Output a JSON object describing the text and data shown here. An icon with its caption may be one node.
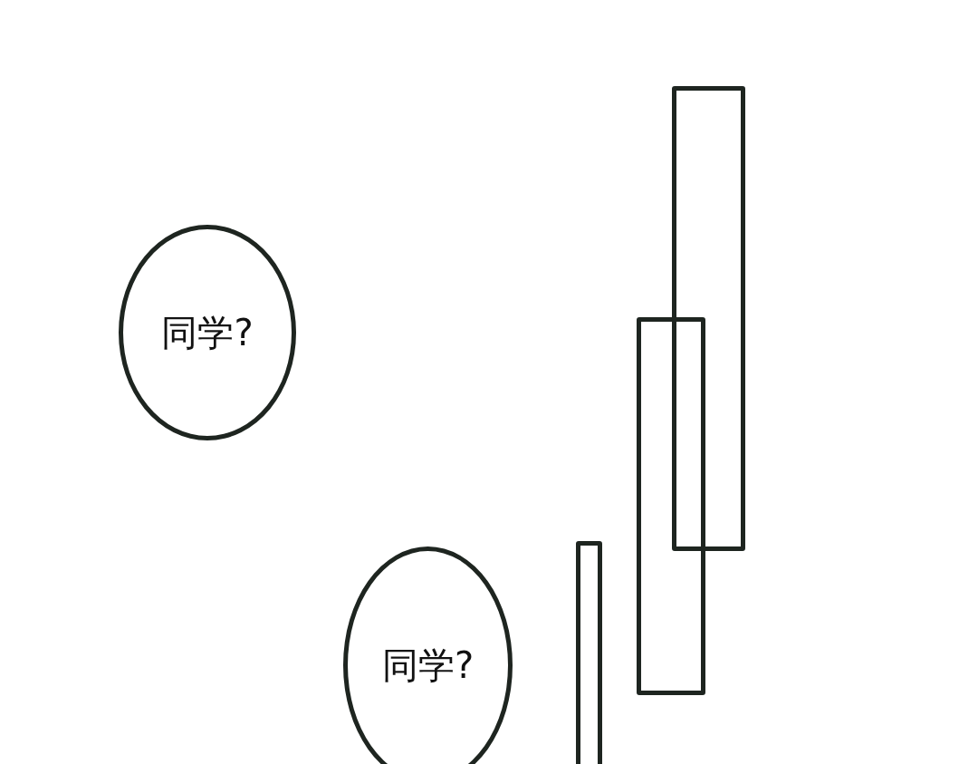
{
  "diagram": {
    "nodes": [
      {
        "text": [
          "同学?"
        ]
      },
      {
        "text": [
          "同学?"
        ]
      },
      {
        "text": [],
        "shape": "box"
      },
      {
        "text": [],
        "shape": "box"
      },
      {
        "text": [],
        "shape": "box"
      }
    ],
    "edges": []
  }
}
